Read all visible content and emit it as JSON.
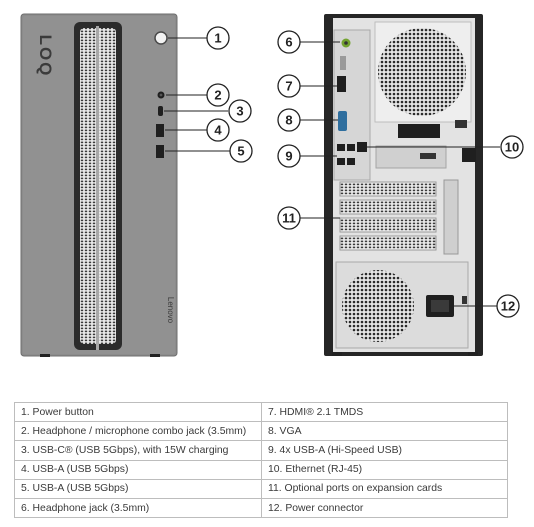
{
  "brand": "LOQ",
  "front_logo": "Lenovo",
  "callouts": {
    "c1": "1",
    "c2": "2",
    "c3": "3",
    "c4": "4",
    "c5": "5",
    "c6": "6",
    "c7": "7",
    "c8": "8",
    "c9": "9",
    "c10": "10",
    "c11": "11",
    "c12": "12"
  },
  "legend": {
    "rows": [
      {
        "left": "1.   Power button",
        "right": "7.   HDMI® 2.1 TMDS"
      },
      {
        "left": "2.   Headphone / microphone combo jack (3.5mm)",
        "right": "8.   VGA"
      },
      {
        "left": "3.   USB-C® (USB 5Gbps), with 15W charging",
        "right": "9.   4x USB-A (Hi-Speed USB)"
      },
      {
        "left": "4.   USB-A (USB 5Gbps)",
        "right": "10. Ethernet (RJ-45)"
      },
      {
        "left": "5.   USB-A (USB 5Gbps)",
        "right": "11.  Optional ports on expansion cards"
      },
      {
        "left": "6.   Headphone jack (3.5mm)",
        "right": "12. Power connector"
      }
    ]
  }
}
